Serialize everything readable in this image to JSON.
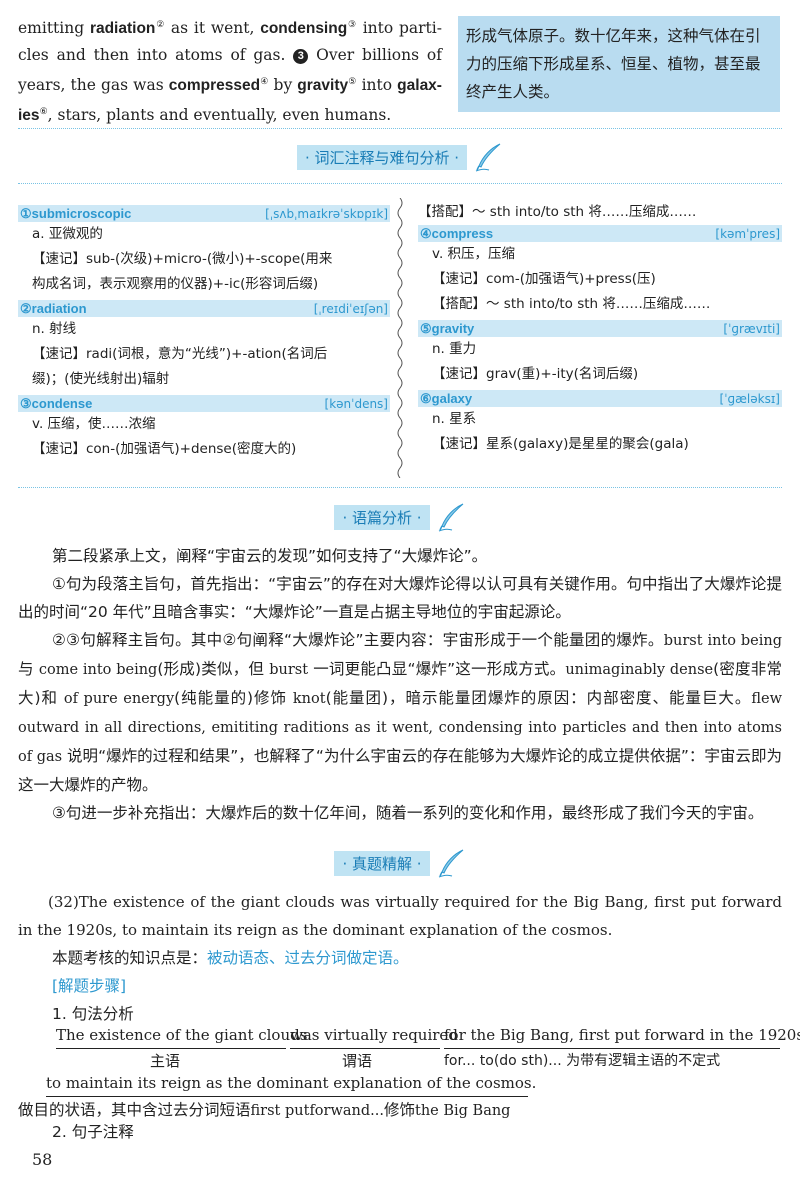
{
  "excerpt": {
    "w1": "emitting",
    "k1": "radiation",
    "n1": "②",
    "w2": "as it went,",
    "k2": "condensing",
    "n2": "③",
    "w3": "into parti-",
    "w4": "cles and then into atoms of gas.",
    "mark3": "3",
    "w5": "Over billions of",
    "w6": "years, the gas was",
    "k3": "compressed",
    "n3": "④",
    "w7": "by",
    "k4": "gravity",
    "n4": "⑤",
    "w8": "into",
    "k5": "galax-",
    "k5b": "ies",
    "n5": "⑥",
    "w9": ", stars, plants and eventually, even humans."
  },
  "translation": "形成气体原子。数十亿年来，这种气体在引力的压缩下形成星系、恒星、植物，甚至最终产生人类。",
  "vocab_section": {
    "title": "· 词汇注释与难句分析 ·",
    "left": [
      {
        "word": "①submicroscopic",
        "phon": "[ˌsʌbˌmaɪkrəˈskɒpɪk]",
        "lines": [
          "a. 亚微观的",
          "【速记】sub-(次级)+micro-(微小)+-scope(用来",
          "构成名词，表示观察用的仪器)+-ic(形容词后缀)"
        ]
      },
      {
        "word": "②radiation",
        "phon": "[ˌreɪdiˈeɪʃən]",
        "lines": [
          "n. 射线",
          "【速记】radi(词根，意为“光线”)+-ation(名词后",
          "缀)；(使光线射出)辐射"
        ]
      },
      {
        "word": "③condense",
        "phon": "[kənˈdens]",
        "lines": [
          "v. 压缩，使……浓缩",
          "【速记】con-(加强语气)+dense(密度大的)"
        ]
      }
    ],
    "right_top": "【搭配】～ sth into/to sth 将……压缩成……",
    "right": [
      {
        "word": "④compress",
        "phon": "[kəmˈpres]",
        "lines": [
          "v. 积压，压缩",
          "【速记】com-(加强语气)+press(压)",
          "【搭配】～ sth into/to sth 将……压缩成……"
        ]
      },
      {
        "word": "⑤gravity",
        "phon": "[ˈɡrævɪti]",
        "lines": [
          "n. 重力",
          "【速记】grav(重)+-ity(名词后缀)"
        ]
      },
      {
        "word": "⑥galaxy",
        "phon": "[ˈɡæləksɪ]",
        "lines": [
          "n. 星系",
          "【速记】星系(galaxy)是星星的聚会(gala)"
        ]
      }
    ]
  },
  "discourse": {
    "title": "· 语篇分析 ·",
    "p1": "第二段紧承上文，阐释“宇宙云的发现”如何支持了“大爆炸论”。",
    "p2": "①句为段落主旨句，首先指出：“宇宙云”的存在对大爆炸论得以认可具有关键作用。句中指出了大爆炸论提出的时间“20 年代”且暗含事实：“大爆炸论”一直是占据主导地位的宇宙起源论。",
    "p3a": "②③句解释主旨句。其中②句阐释“大爆炸论”主要内容：宇宙形成于一个能量团的爆炸。",
    "p3b": "burst into being",
    "p3c": " 与 ",
    "p3d": "come into being",
    "p3e": "(形成)类似，但 ",
    "p3f": "burst",
    "p3g": " 一词更能凸显“爆炸”这一形成方式。",
    "p3h": "unimaginably dense",
    "p3i": "(密度非常大)和 ",
    "p3j": "of pure energy",
    "p3k": "(纯能量的)修饰 ",
    "p3l": "knot",
    "p3m": "(能量团)，暗示能量团爆炸的原因：内部密度、能量巨大。",
    "p3n": "flew outward in all directions, emititing raditions as it went, condensing into particles and then into atoms of gas",
    "p3o": " 说明“爆炸的过程和结果”，也解释了“为什么宇宙云的存在能够为大爆炸论的成立提供依据”：宇宙云即为这一大爆炸的产物。",
    "p4": "③句进一步补充指出：大爆炸后的数十亿年间，随着一系列的变化和作用，最终形成了我们今天的宇宙。"
  },
  "exam": {
    "title": "· 真题精解 ·",
    "q": "(32)The existence of the giant clouds was virtually required for the Big Bang, first put forward in the 1920s, to maintain its reign as the dominant explanation of the cosmos.",
    "point_label": "本题考核的知识点是：",
    "point": "被动语态、过去分词做定语。",
    "steps": "[解题步骤]",
    "s1": "1. 句法分析",
    "seg1": "The existence of the giant clouds",
    "seg1_lbl": "主语",
    "seg2": "was virtually required",
    "seg2_lbl": "谓语",
    "seg3": "for the Big Bang, first put forward in the 1920s,",
    "seg3_lbl": "for... to(do sth)... 为带有逻辑主语的不定式",
    "seg4": "to maintain its reign as the dominant explanation of the cosmos.",
    "note_a": "做目的状语，其中含过去分词短语",
    "note_b": "first putforwand...",
    "note_c": "修饰",
    "note_d": "the Big Bang",
    "s2": "2. 句子注释"
  },
  "page_number": "58"
}
